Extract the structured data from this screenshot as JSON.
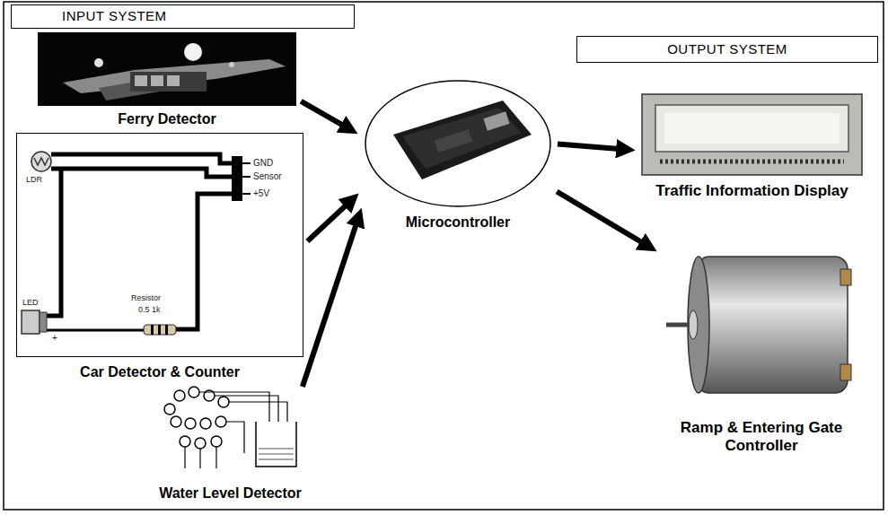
{
  "diagram": {
    "nodes": [
      {
        "text": [
          "INPUT SYSTEM"
        ]
      },
      {
        "text": [
          "OUTPUT SYSTEM"
        ]
      },
      {
        "text": [
          "Ferry Detector"
        ]
      },
      {
        "text": [
          "Car Detector & Counter"
        ]
      },
      {
        "text": [
          "Water Level Detector"
        ]
      },
      {
        "text": [
          "Microcontroller"
        ]
      },
      {
        "text": [
          "Traffic Information Display"
        ]
      },
      {
        "text": [
          "Ramp & Entering Gate Controller"
        ]
      }
    ],
    "edges": [
      {
        "from": 2,
        "to": 5,
        "arrow": "to"
      },
      {
        "from": 3,
        "to": 5,
        "arrow": "to"
      },
      {
        "from": 4,
        "to": 5,
        "arrow": "to"
      },
      {
        "from": 5,
        "to": 6,
        "arrow": "to"
      },
      {
        "from": 5,
        "to": 7,
        "arrow": "to"
      }
    ],
    "labels": [
      "LDR",
      "GND",
      "Sensor",
      "+5V",
      "LED",
      "Resistor",
      "0.5 1k",
      "+"
    ]
  }
}
